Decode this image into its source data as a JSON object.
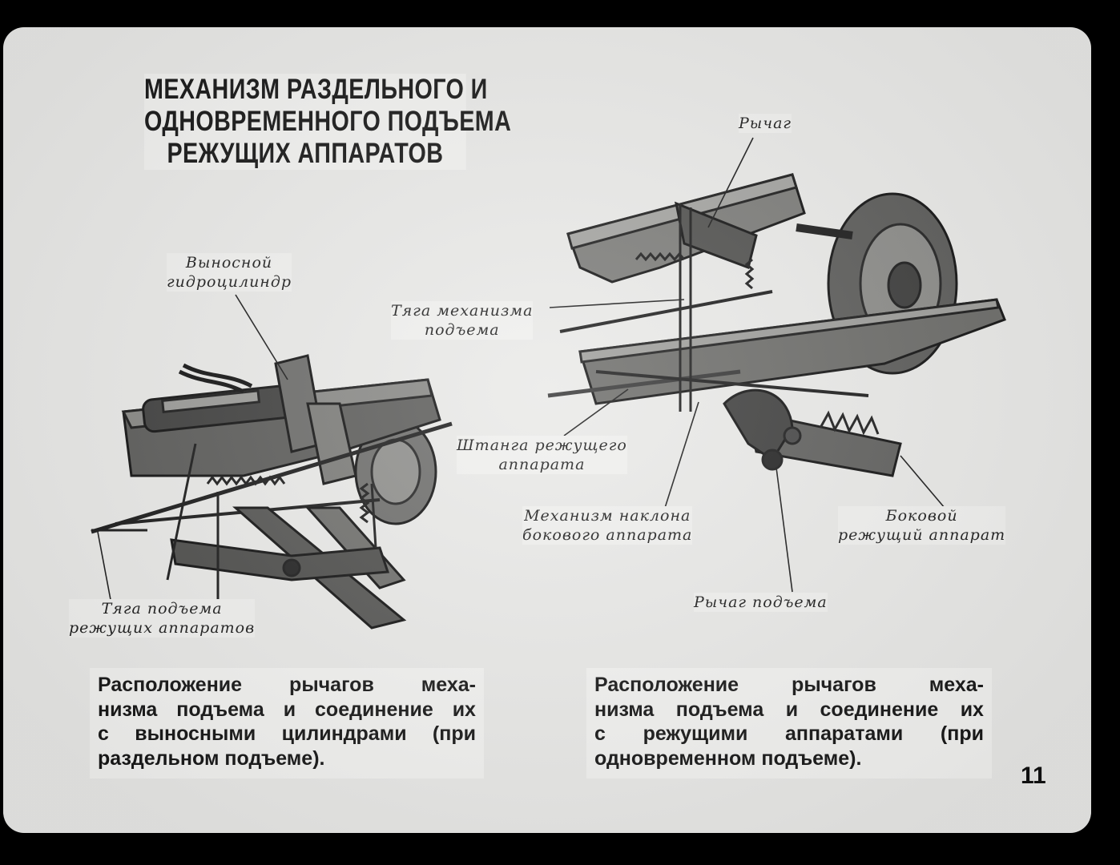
{
  "title": {
    "lines": [
      "МЕХАНИЗМ РАЗДЕЛЬНОГО И",
      "ОДНОВРЕМЕННОГО ПОДЪЕМА",
      "РЕЖУЩИХ АППАРАТОВ"
    ]
  },
  "left_diagram": {
    "labels": {
      "hydrocylinder": [
        "Выносной",
        "гидроцилиндр"
      ],
      "lift_rod": [
        "Тяга подъема",
        "режущих аппаратов"
      ]
    }
  },
  "right_diagram": {
    "labels": {
      "lever": "Рычаг",
      "lift_mechanism_rod": [
        "Тяга механизма",
        "подъема"
      ],
      "cutter_bar_rod": [
        "Штанга режущего",
        "аппарата"
      ],
      "tilt_mechanism": [
        "Механизм наклона",
        "бокового аппарата"
      ],
      "side_cutter": [
        "Боковой",
        "режущий аппарат"
      ],
      "lift_lever": "Рычаг подъема"
    }
  },
  "captions": {
    "left": {
      "lines": [
        [
          "Расположение",
          "рычагов",
          "меха-"
        ],
        [
          "низма",
          "подъема",
          "и",
          "соединение",
          "их"
        ],
        [
          "с",
          "выносными",
          "цилиндрами",
          "(при"
        ],
        [
          "раздельном подъеме)."
        ]
      ]
    },
    "right": {
      "lines": [
        [
          "Расположение",
          "рычагов",
          "меха-"
        ],
        [
          "низма",
          "подъема",
          "и",
          "соединение",
          "их"
        ],
        [
          "с",
          "режущими",
          "аппаратами",
          "(при"
        ],
        [
          "одновременном подъеме)."
        ]
      ]
    }
  },
  "page_number": "11"
}
